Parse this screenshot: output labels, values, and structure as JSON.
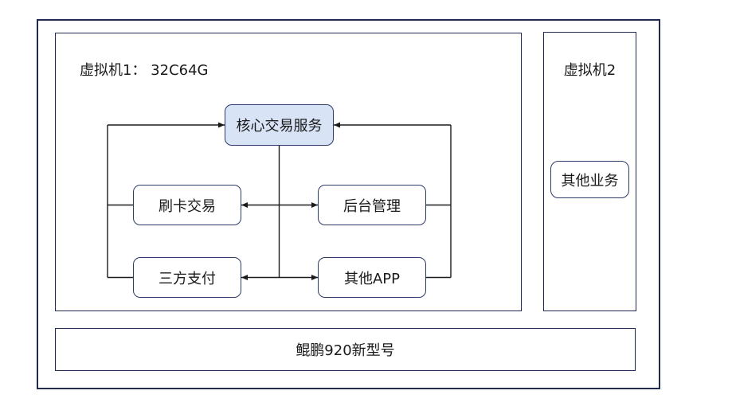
{
  "vm1": {
    "label": "虚拟机1： 32C64G"
  },
  "core": {
    "label": "核心交易服务"
  },
  "nodes": {
    "card": {
      "label": "刷卡交易"
    },
    "admin": {
      "label": "后台管理"
    },
    "pay": {
      "label": "三方支付"
    },
    "app": {
      "label": "其他APP"
    }
  },
  "vm2": {
    "label": "虚拟机2",
    "node": {
      "label": "其他业务"
    }
  },
  "server": {
    "label": "鲲鹏920新型号"
  },
  "colors": {
    "frame_border": "#212a52",
    "node_border": "#2e3a68",
    "core_fill": "#d9e3f6",
    "connector": "#1b1b1b",
    "text": "#1a1a1a",
    "background": "#ffffff"
  }
}
